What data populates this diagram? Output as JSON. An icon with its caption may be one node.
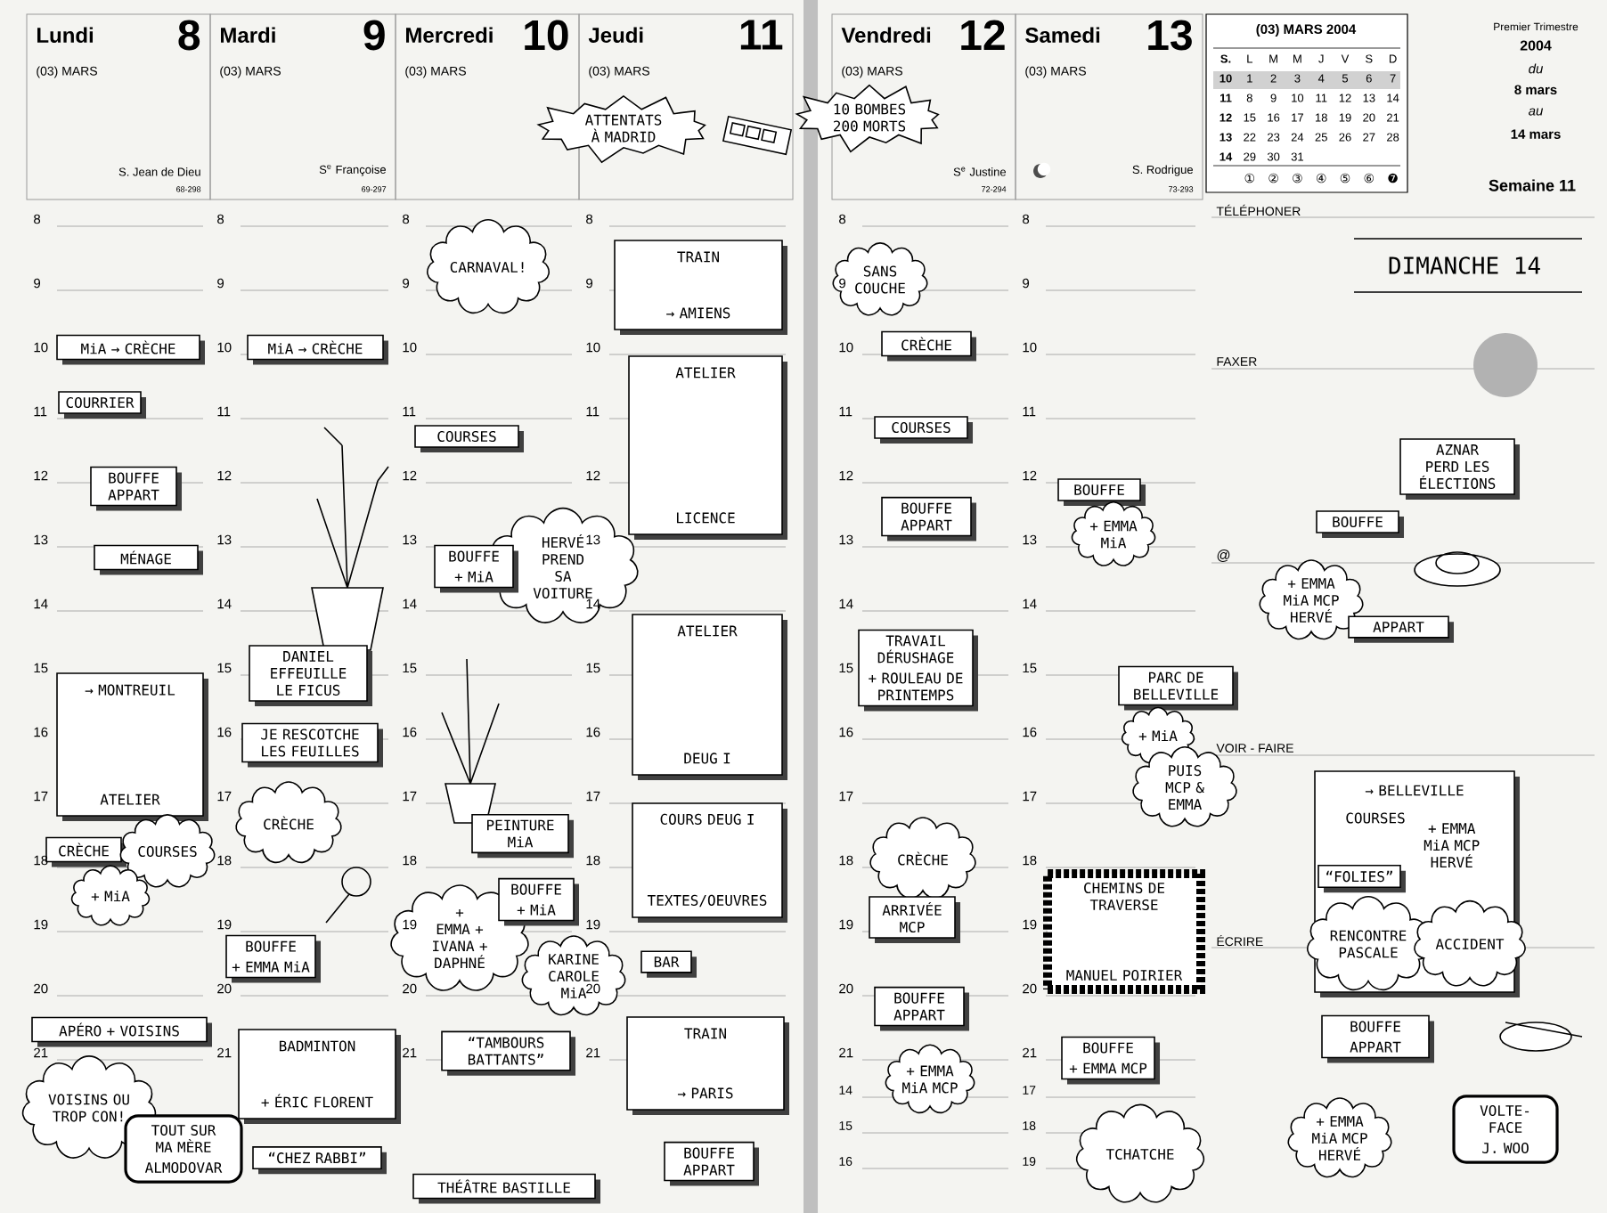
{
  "diagram": {
    "nodes": [
      {
        "text": [
          "Lundi",
          "8",
          "(03) MARS",
          "S. Jean de Dieu",
          "68-298"
        ]
      },
      {
        "text": [
          "Mardi",
          "9",
          "(03) MARS",
          "S$^{e}$ Françoise",
          "69-297"
        ]
      },
      {
        "text": [
          "Mercredi",
          "10",
          "(03) MARS"
        ]
      },
      {
        "text": [
          "Jeudi",
          "11",
          "(03) MARS"
        ]
      },
      {
        "text": [
          "Vendredi",
          "12",
          "(03) MARS",
          "S$^{e}$ Justine",
          "72-294"
        ]
      },
      {
        "text": [
          "Samedi",
          "13",
          "(03) MARS",
          "S. Rodrigue",
          "73-293"
        ]
      },
      {
        "text": [
          "(03) MARS 2004"
        ]
      },
      {
        "text": [
          "ATTENTATS À MADRID"
        ]
      },
      {
        "text": [
          "10 BOMBES 200 MORTS"
        ]
      },
      {
        "text": [
          "MiA → CRÈCHE"
        ]
      },
      {
        "text": [
          "COURRIER"
        ]
      },
      {
        "text": [
          "BOUFFE APPART"
        ]
      },
      {
        "text": [
          "MÉNAGE"
        ]
      },
      {
        "text": [
          "→ MONTREUIL",
          "ATELIER"
        ]
      },
      {
        "text": [
          "CRÈCHE"
        ]
      },
      {
        "text": [
          "COURSES"
        ]
      },
      {
        "text": [
          "+ MiA"
        ]
      },
      {
        "text": [
          "APÉRO + VOISINS"
        ]
      },
      {
        "text": [
          "VOISINS OU TROP CON!"
        ]
      },
      {
        "text": [
          "TOUT SUR MA MÈRE",
          "ALMODOVAR"
        ]
      },
      {
        "text": [
          "MiA → CRÈCHE"
        ]
      },
      {
        "text": [
          "CARNAVAL!"
        ]
      },
      {
        "text": [
          "DANIEL EFFEUILLE LE FICUS"
        ]
      },
      {
        "text": [
          "JE RESCOTCHE LES FEUILLES"
        ]
      },
      {
        "text": [
          "CRÈCHE"
        ]
      },
      {
        "text": [
          "BOUFFE",
          "+ EMMA MiA"
        ]
      },
      {
        "text": [
          "BADMINTON",
          "+ ÉRIC FLORENT"
        ]
      },
      {
        "text": [
          "“CHEZ RABBI”"
        ]
      },
      {
        "text": [
          "COURSES"
        ]
      },
      {
        "text": [
          "HERVÉ PREND SA VOITURE"
        ]
      },
      {
        "text": [
          "BOUFFE",
          "+ MiA"
        ]
      },
      {
        "text": [
          "PEINTURE MiA"
        ]
      },
      {
        "text": [
          "+ EMMA + IVANA + DAPHNÉ"
        ]
      },
      {
        "text": [
          "BOUFFE",
          "+ MiA"
        ]
      },
      {
        "text": [
          "KARINE CAROLE MiA"
        ]
      },
      {
        "text": [
          "“TAMBOURS BATTANTS”"
        ]
      },
      {
        "text": [
          "THÉÂTRE BASTILLE"
        ]
      },
      {
        "text": [
          "TRAIN",
          "→ AMIENS"
        ]
      },
      {
        "text": [
          "ATELIER",
          "LICENCE"
        ]
      },
      {
        "text": [
          "ATELIER",
          "DEUG I"
        ]
      },
      {
        "text": [
          "COURS DEUG I",
          "TEXTES/OEUVRES"
        ]
      },
      {
        "text": [
          "BAR"
        ]
      },
      {
        "text": [
          "TRAIN",
          "→ PARIS"
        ]
      },
      {
        "text": [
          "BOUFFE APPART"
        ]
      },
      {
        "text": [
          "SANS COUCHE"
        ]
      },
      {
        "text": [
          "CRÈCHE"
        ]
      },
      {
        "text": [
          "COURSES"
        ]
      },
      {
        "text": [
          "BOUFFE APPART"
        ]
      },
      {
        "text": [
          "TRAVAIL DÉRUSHAGE",
          "+ ROULEAU DE PRINTEMPS"
        ]
      },
      {
        "text": [
          "CRÈCHE"
        ]
      },
      {
        "text": [
          "ARRIVÉE MCP"
        ]
      },
      {
        "text": [
          "BOUFFE APPART"
        ]
      },
      {
        "text": [
          "+ EMMA MiA MCP"
        ]
      },
      {
        "text": [
          "BOUFFE"
        ]
      },
      {
        "text": [
          "+ EMMA MiA"
        ]
      },
      {
        "text": [
          "PARC DE BELLEVILLE"
        ]
      },
      {
        "text": [
          "+ MiA"
        ]
      },
      {
        "text": [
          "PUIS MCP & EMMA"
        ]
      },
      {
        "text": [
          "CHEMINS DE TRAVERSE",
          "MANUEL POIRIER"
        ]
      },
      {
        "text": [
          "BOUFFE",
          "+ EMMA MCP"
        ]
      },
      {
        "text": [
          "TCHATCHE"
        ]
      },
      {
        "text": [
          "AZNAR PERD LES ÉLECTIONS"
        ]
      },
      {
        "text": [
          "BOUFFE"
        ]
      },
      {
        "text": [
          "+ EMMA MiA MCP HERVÉ"
        ]
      },
      {
        "text": [
          "APPART"
        ]
      },
      {
        "text": [
          "→ BELLEVILLE",
          "COURSES",
          "+ EMMA MiA MCP HERVÉ"
        ]
      },
      {
        "text": [
          "“FOLIES”"
        ],
        "in": 65
      },
      {
        "text": [
          "RENCONTRE PASCALE"
        ],
        "in": 65
      },
      {
        "text": [
          "ACCIDENT"
        ],
        "in": 65
      },
      {
        "text": [
          "BOUFFE",
          "APPART"
        ]
      },
      {
        "text": [
          "+ EMMA MiA MCP HERVÉ"
        ]
      },
      {
        "text": [
          "VOLTE-FACE",
          "J. WOO"
        ]
      }
    ],
    "labels": [
      "Premier Trimestre",
      "2004",
      "du",
      "8 mars",
      "au",
      "14 mars",
      "Semaine **11**",
      "TÉLÉPHONER",
      "DIMANCHE 14",
      "FAXER",
      "@",
      "VOIR - FAIRE",
      "ÉCRIRE",
      "S.",
      "L",
      "M",
      "M",
      "J",
      "V",
      "S",
      "D",
      "10",
      "1",
      "2",
      "3",
      "4",
      "5",
      "6",
      "7",
      "11",
      "8",
      "9",
      "10",
      "11",
      "12",
      "13",
      "14",
      "12",
      "15",
      "16",
      "17",
      "18",
      "19",
      "20",
      "21",
      "13",
      "22",
      "23",
      "24",
      "25",
      "26",
      "27",
      "28",
      "14",
      "29",
      "30",
      "31",
      "①",
      "②",
      "③",
      "④",
      "⑤",
      "⑥",
      "❼",
      "8",
      "9",
      "10",
      "11",
      "12",
      "13",
      "14",
      "15",
      "16",
      "17",
      "18",
      "19",
      "20",
      "21",
      "8",
      "9",
      "10",
      "11",
      "12",
      "13",
      "14",
      "15",
      "16",
      "17",
      "18",
      "19",
      "20",
      "21",
      "8",
      "9",
      "10",
      "11",
      "12",
      "13",
      "14",
      "15",
      "16",
      "17",
      "18",
      "19",
      "20",
      "21",
      "8",
      "9",
      "10",
      "11",
      "12",
      "13",
      "14",
      "15",
      "16",
      "17",
      "18",
      "19",
      "20",
      "21",
      "8",
      "9",
      "10",
      "11",
      "12",
      "13",
      "14",
      "15",
      "16",
      "17",
      "18",
      "19",
      "20",
      "21",
      "8",
      "9",
      "10",
      "11",
      "12",
      "13",
      "14",
      "15",
      "16",
      "17",
      "18",
      "19",
      "20",
      "21",
      "14",
      "15",
      "16",
      "17",
      "18",
      "19"
    ]
  }
}
